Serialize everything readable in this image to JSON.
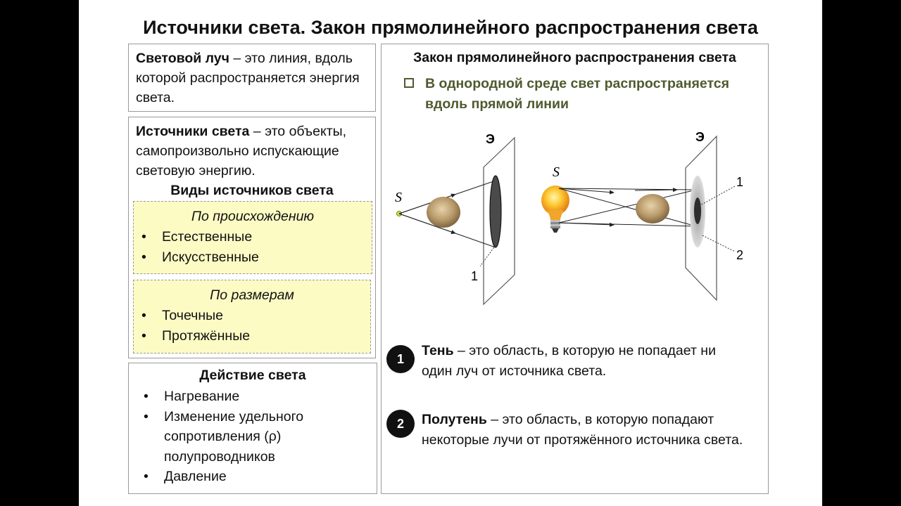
{
  "title": "Источники света. Закон прямолинейного распространения света",
  "ray_def": {
    "term": "Световой луч",
    "rest": " – это линия, вдоль которой распространяется энергия света."
  },
  "sources_def": {
    "term": "Источники света",
    "rest": " – это объекты, самопроизвольно испускающие световую энергию."
  },
  "types": {
    "heading": "Виды источников света",
    "origin": {
      "heading": "По происхождению",
      "items": [
        "Естественные",
        "Искусственные"
      ]
    },
    "size": {
      "heading": "По размерам",
      "items": [
        "Точечные",
        "Протяжённые"
      ]
    }
  },
  "action": {
    "heading": "Действие света",
    "items": [
      "Нагревание",
      "Изменение удельного сопротивления (ρ) полупроводников",
      "Давление"
    ]
  },
  "law": {
    "heading": "Закон прямолинейного распространения света",
    "text": "В однородной среде свет распространяется вдоль прямой линии"
  },
  "diagram": {
    "screen_label": "Э",
    "source_label": "S",
    "label_1": "1",
    "label_2": "2"
  },
  "shadow": {
    "num": "1",
    "term": "Тень",
    "rest": " – это область, в которую не попадает ни один луч от источника света."
  },
  "penumbra": {
    "num": "2",
    "term": "Полутень",
    "rest": " – это область, в которую попадают некоторые лучи от протяжённого источника света."
  },
  "colors": {
    "law_text": "#4f5a2f",
    "yellow_box": "#fdfbc4",
    "bulb": "#f5a623"
  }
}
